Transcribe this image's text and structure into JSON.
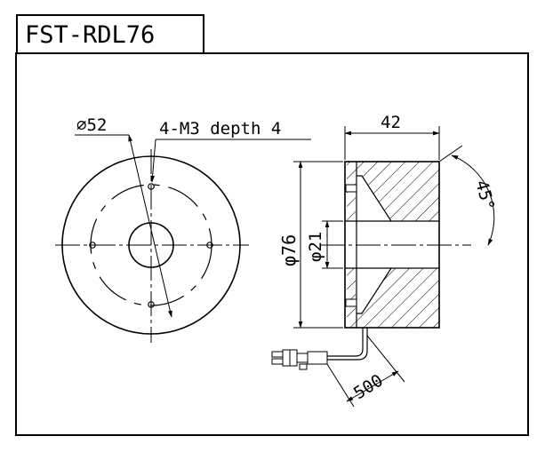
{
  "title": "FST-RDL76",
  "labels": {
    "dia52": "⌀52",
    "screw": "4-M3 depth 4",
    "width42": "42",
    "angle45": "45°",
    "dia76": "φ76",
    "dia21": "φ21",
    "cable500": "500"
  }
}
